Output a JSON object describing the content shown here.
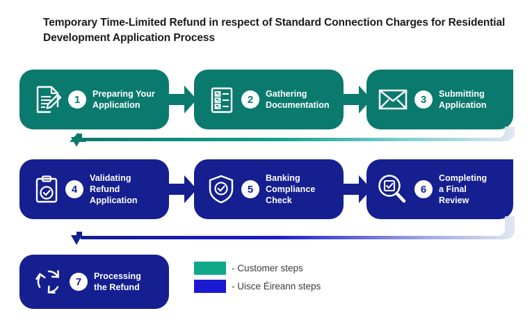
{
  "title": "Temporary Time-Limited Refund in respect of Standard Connection Charges for Residential Development Application Process",
  "steps": [
    {
      "number": "1",
      "label": "Preparing Your\nApplication",
      "icon": "document-pencil-icon",
      "group": "customer"
    },
    {
      "number": "2",
      "label": "Gathering\nDocumentation",
      "icon": "checklist-icon",
      "group": "customer"
    },
    {
      "number": "3",
      "label": "Submitting\nApplication",
      "icon": "envelope-icon",
      "group": "customer"
    },
    {
      "number": "4",
      "label": "Validating\nRefund\nApplication",
      "icon": "clipboard-check-icon",
      "group": "uisce"
    },
    {
      "number": "5",
      "label": "Banking\nCompliance\nCheck",
      "icon": "shield-check-icon",
      "group": "uisce"
    },
    {
      "number": "6",
      "label": "Completing\na Final\nReview",
      "icon": "magnifier-check-icon",
      "group": "uisce"
    },
    {
      "number": "7",
      "label": "Processing\nthe Refund",
      "icon": "refresh-cycle-icon",
      "group": "uisce"
    }
  ],
  "legend": [
    {
      "label": "- Customer steps",
      "color": "#0fa98a"
    },
    {
      "label": "- Uisce Éireann steps",
      "color": "#1a1ad2"
    }
  ],
  "colors": {
    "customer_box": "#0b7a6e",
    "uisce_box": "#151f90",
    "customer_accent": "#0fa98a",
    "uisce_accent": "#1a1ad2",
    "title_text": "#1a1a1a",
    "legend_text": "#3b3b3b",
    "background": "#ffffff"
  }
}
